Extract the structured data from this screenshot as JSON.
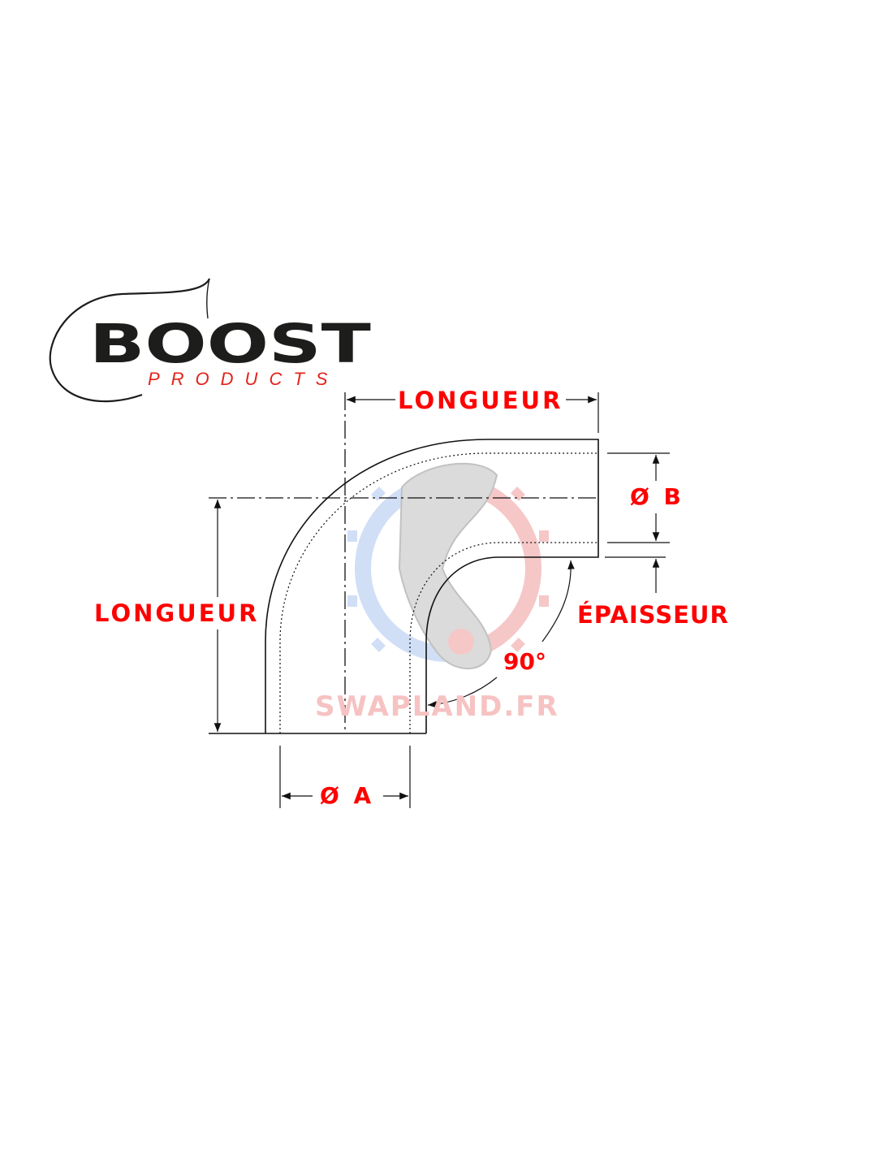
{
  "logo": {
    "brand": "BOOST",
    "sub": "PRODUCTS",
    "brand_color": "#1d1d1b",
    "sub_color": "#e2231a"
  },
  "labels": {
    "length_top": "LONGUEUR",
    "length_left": "LONGUEUR",
    "diameter_b": "Ø B",
    "thickness": "ÉPAISSEUR",
    "angle": "90°",
    "diameter_a": "Ø A"
  },
  "watermark": {
    "text": "SWAPLAND.FR"
  },
  "colors": {
    "label": "#ff0000",
    "line": "#111111",
    "watermark_red": "#f6c2c2",
    "watermark_blue": "#cbdcf6"
  }
}
